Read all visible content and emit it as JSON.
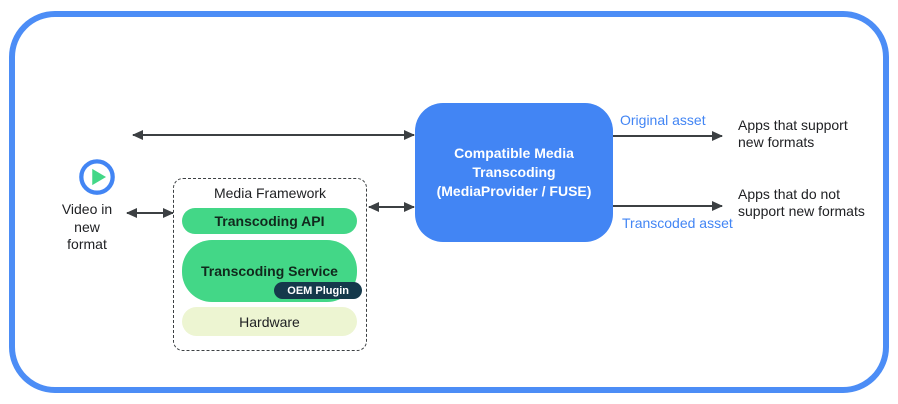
{
  "colors": {
    "frame_blue": "#4C8DF6",
    "box_blue": "#4285F4",
    "pill_green": "#43D787",
    "oem_dark": "#15394B",
    "hardware_pale": "#EDF5D2",
    "arrow_gray": "#3C4043",
    "asset_label_blue": "#4285F4",
    "text_dark": "#202124"
  },
  "video_source": {
    "icon": "play-circle-icon",
    "label": "Video in\nnew\nformat"
  },
  "media_framework": {
    "title": "Media Framework",
    "layers": {
      "api": "Transcoding API",
      "service": "Transcoding Service",
      "oem": "OEM Plugin",
      "hardware": "Hardware"
    }
  },
  "transcoding_box": {
    "label": "Compatible Media\nTranscoding\n(MediaProvider / FUSE)"
  },
  "outputs": {
    "original": {
      "arrow_label": "Original asset",
      "target": "Apps that support\nnew formats"
    },
    "transcoded": {
      "arrow_label": "Transcoded asset",
      "target": "Apps that do not\nsupport new formats"
    }
  }
}
